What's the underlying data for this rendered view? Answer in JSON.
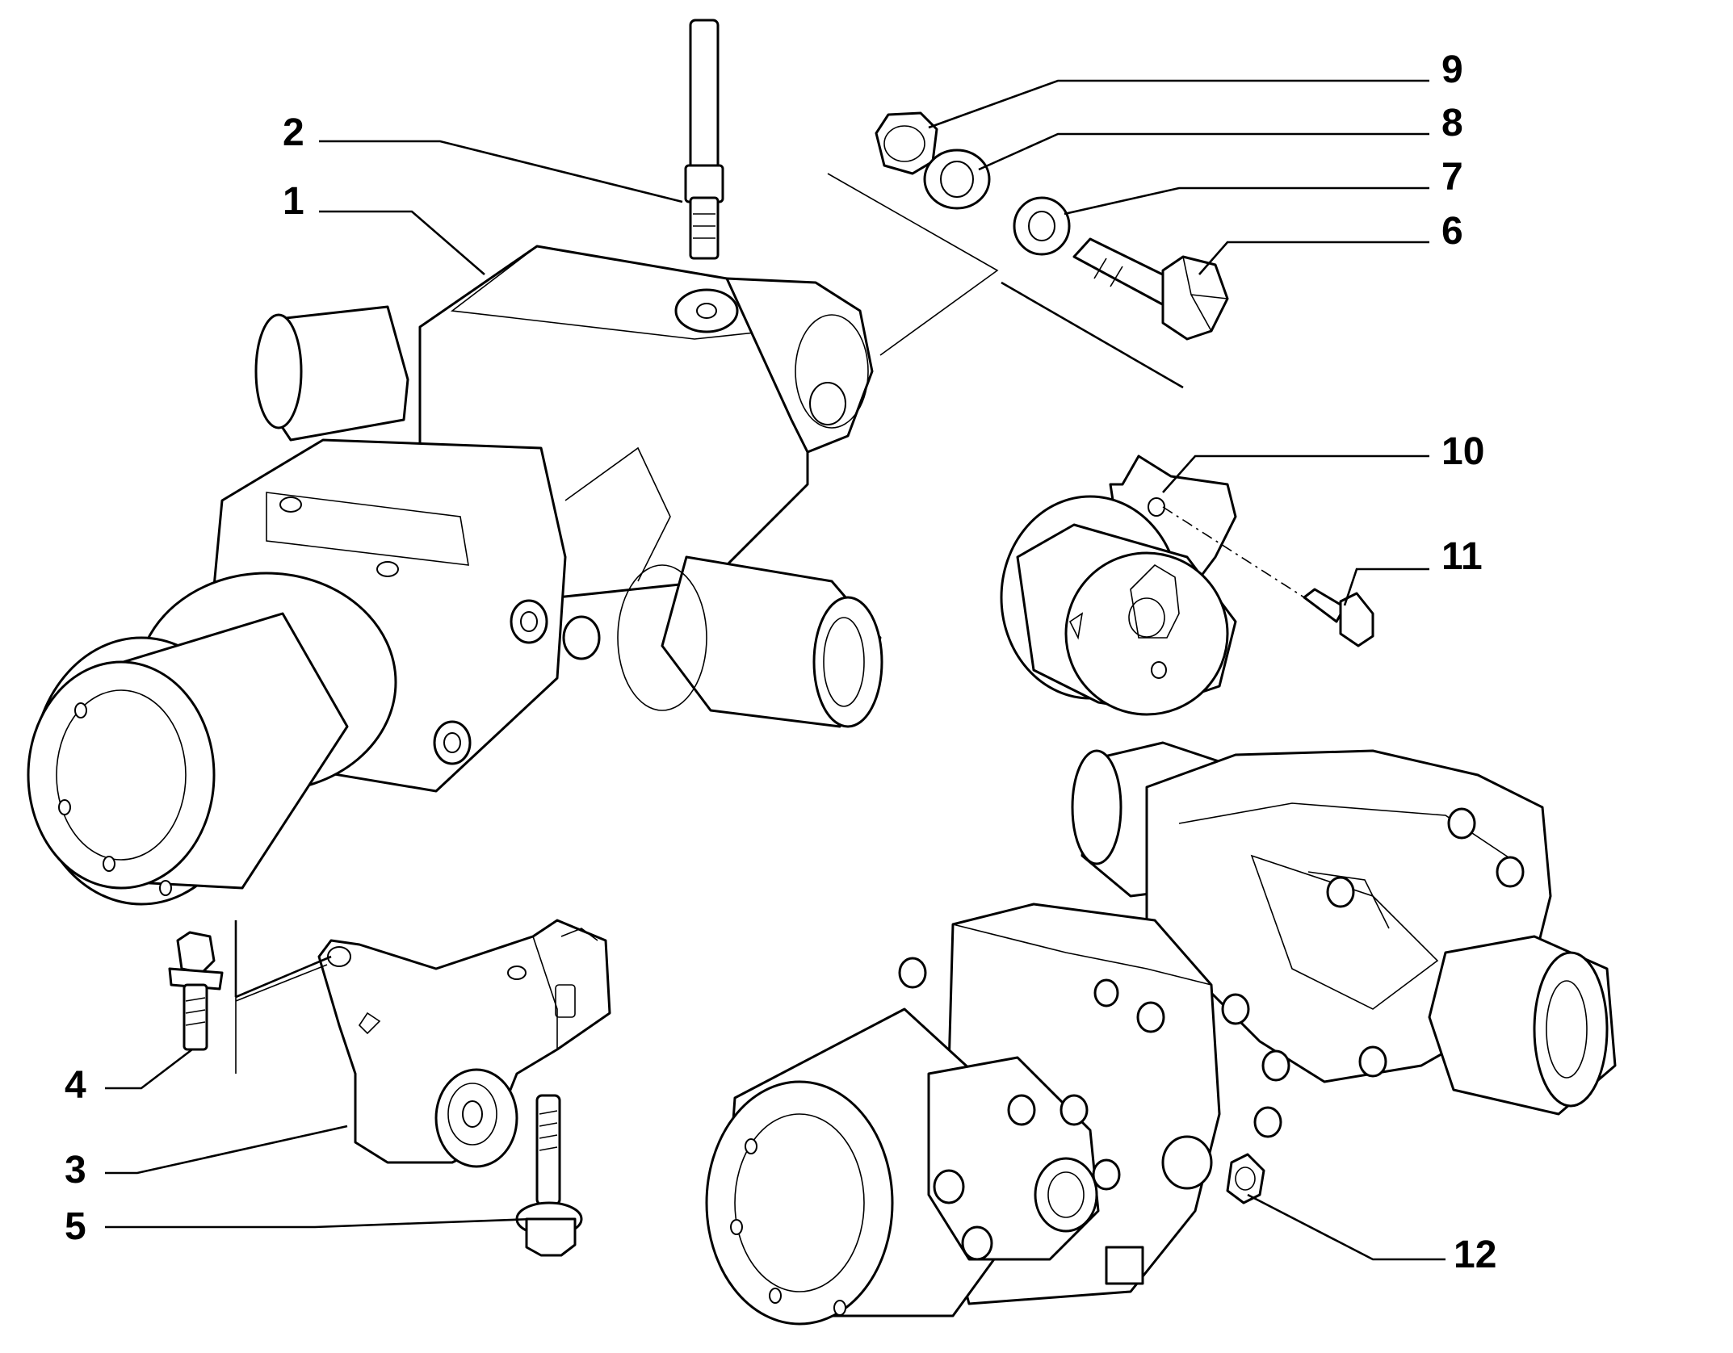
{
  "callouts": [
    {
      "id": "1",
      "label": "1"
    },
    {
      "id": "2",
      "label": "2"
    },
    {
      "id": "3",
      "label": "3"
    },
    {
      "id": "4",
      "label": "4"
    },
    {
      "id": "5",
      "label": "5"
    },
    {
      "id": "6",
      "label": "6"
    },
    {
      "id": "7",
      "label": "7"
    },
    {
      "id": "8",
      "label": "8"
    },
    {
      "id": "9",
      "label": "9"
    },
    {
      "id": "10",
      "label": "10"
    },
    {
      "id": "11",
      "label": "11"
    },
    {
      "id": "12",
      "label": "12"
    }
  ],
  "parts": [
    {
      "id": "1",
      "name": "gearbox-housing"
    },
    {
      "id": "2",
      "name": "stud"
    },
    {
      "id": "3",
      "name": "mounting-bracket"
    },
    {
      "id": "4",
      "name": "bracket-bolt"
    },
    {
      "id": "5",
      "name": "flanged-bolt"
    },
    {
      "id": "6",
      "name": "hex-bolt"
    },
    {
      "id": "7",
      "name": "washer"
    },
    {
      "id": "8",
      "name": "spacer-washer"
    },
    {
      "id": "9",
      "name": "hex-nut"
    },
    {
      "id": "10",
      "name": "cover-cap"
    },
    {
      "id": "11",
      "name": "cap-screw"
    },
    {
      "id": "12",
      "name": "housing-assembly-drain-plug"
    }
  ]
}
